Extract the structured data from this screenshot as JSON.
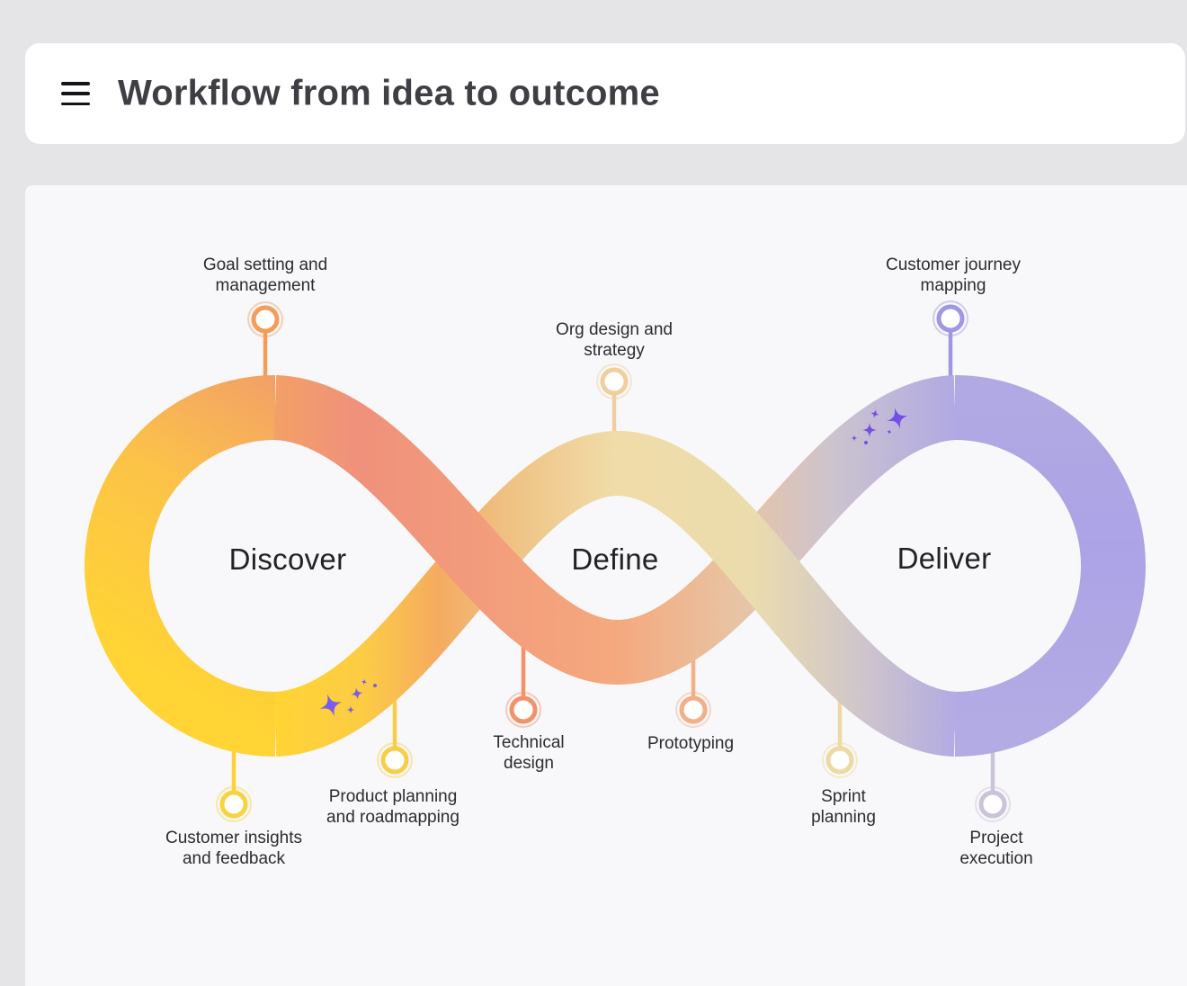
{
  "header": {
    "title": "Workflow from idea to outcome",
    "menu_icon": "hamburger-icon"
  },
  "diagram": {
    "phases": [
      {
        "label": "Discover"
      },
      {
        "label": "Define"
      },
      {
        "label": "Deliver"
      }
    ],
    "nodes": [
      {
        "label": "Goal setting and\nmanagement",
        "position": "top",
        "color": "#F49D5A"
      },
      {
        "label": "Org design and\nstrategy",
        "position": "top",
        "color": "#EFCF9D"
      },
      {
        "label": "Customer journey\nmapping",
        "position": "top",
        "color": "#9F96E5"
      },
      {
        "label": "Customer insights\nand feedback",
        "position": "bottom",
        "color": "#FBD23E"
      },
      {
        "label": "Product planning\nand roadmapping",
        "position": "bottom",
        "color": "#F8CE49"
      },
      {
        "label": "Technical\ndesign",
        "position": "bottom",
        "color": "#F2926A"
      },
      {
        "label": "Prototyping",
        "position": "bottom",
        "color": "#F3AF85"
      },
      {
        "label": "Sprint\nplanning",
        "position": "bottom",
        "color": "#EED9A2"
      },
      {
        "label": "Project\nexecution",
        "position": "bottom",
        "color": "#CBC4D8"
      }
    ],
    "ribbon_colors": {
      "yellow": "#FFD434",
      "orange": "#F5AB60",
      "salmon": "#F0917B",
      "peach": "#F5A87D",
      "cream": "#F0DCA8",
      "lavender": "#B1A9E3",
      "sparkle_purple": "#7B5CEA"
    }
  }
}
